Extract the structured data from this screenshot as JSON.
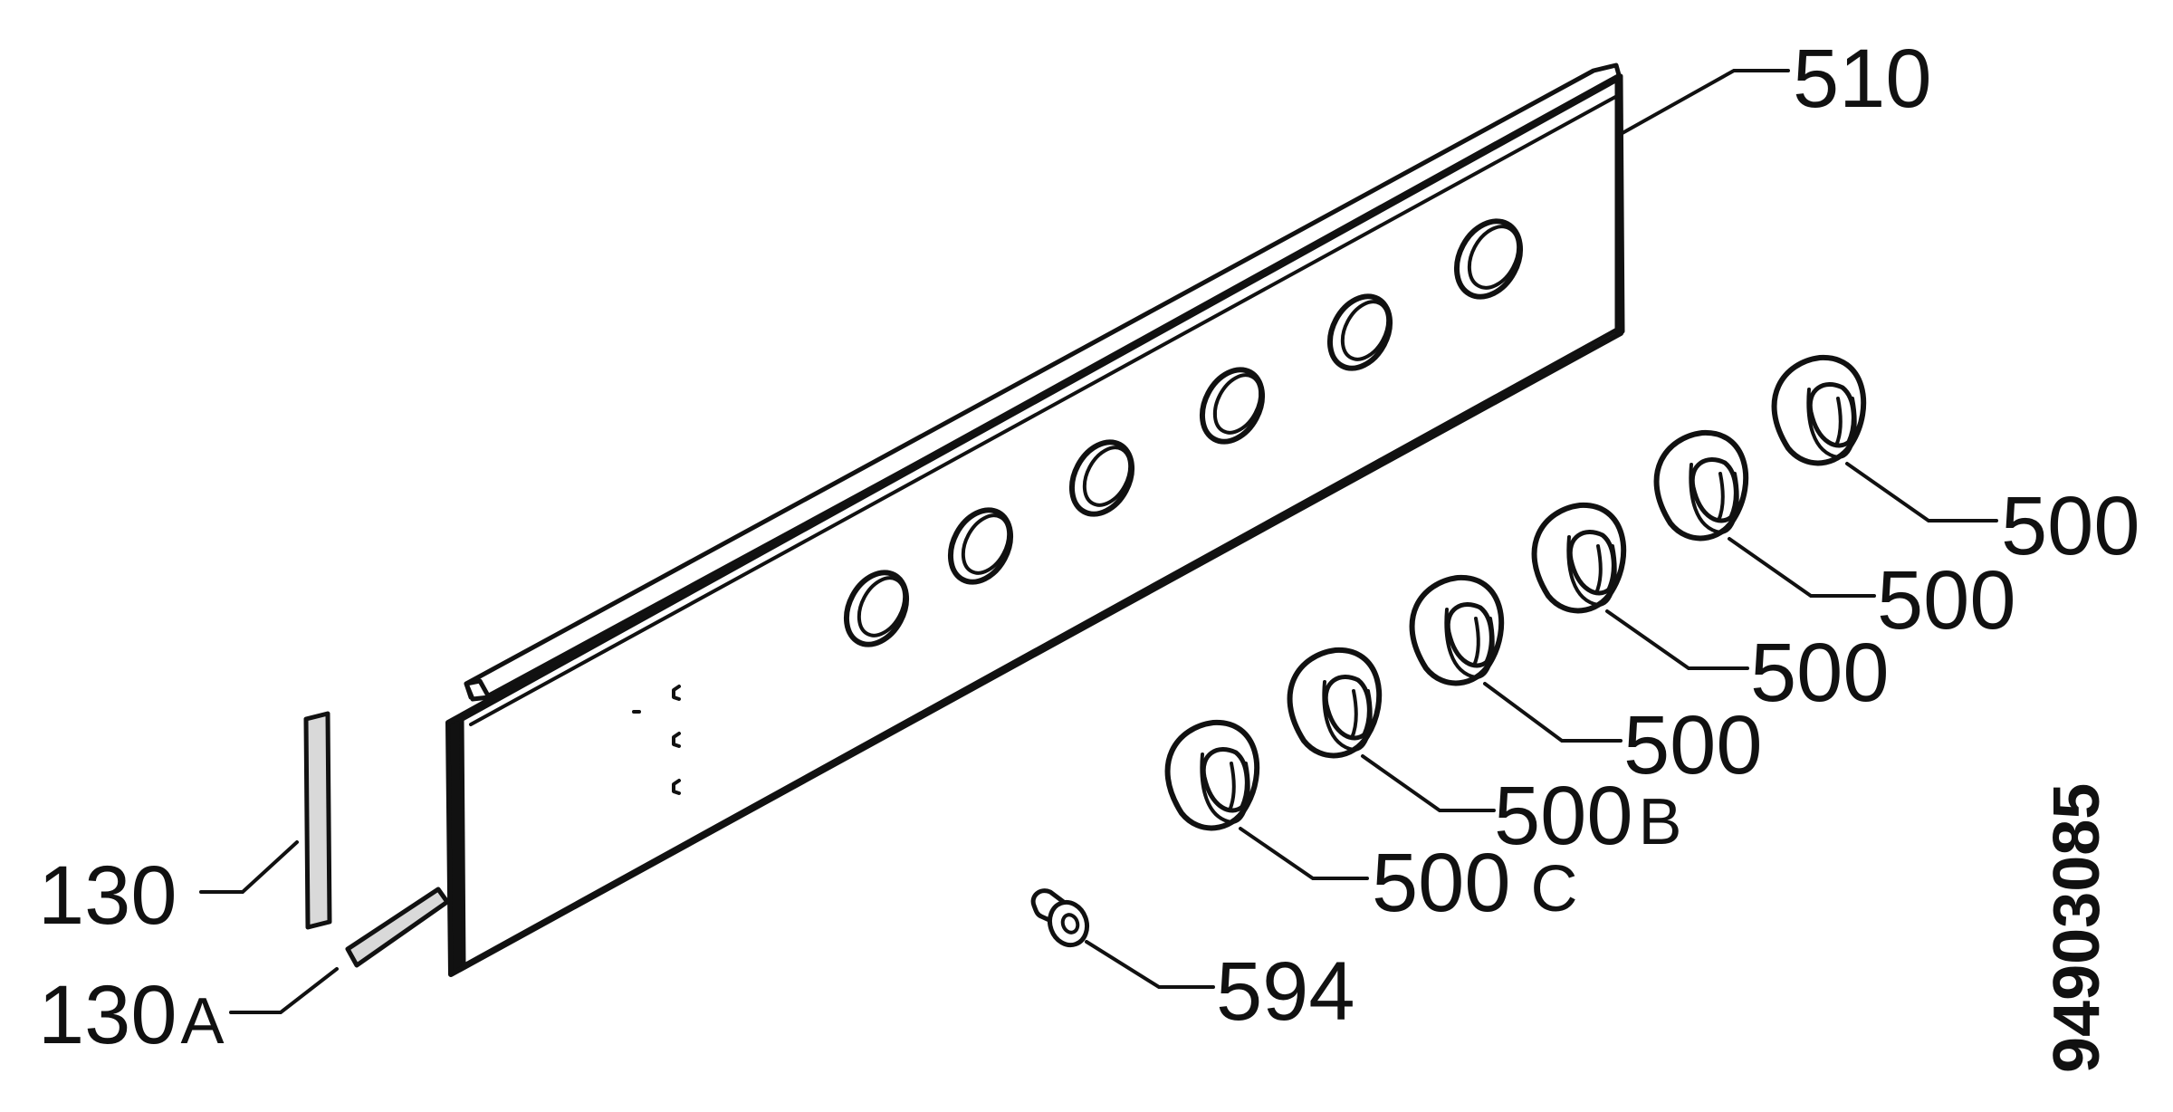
{
  "diagram": {
    "callouts": {
      "panel": "510",
      "knob_1": "500",
      "knob_2": "500",
      "knob_3": "500",
      "knob_4": "500",
      "knob_5_number": "500",
      "knob_5_suffix": "B",
      "knob_6_number": "500",
      "knob_6_suffix": "C",
      "insert": "594",
      "strip_vertical": "130",
      "strip_horizontal_number": "130",
      "strip_horizontal_suffix": "A"
    },
    "drawing_number": "94903085"
  }
}
